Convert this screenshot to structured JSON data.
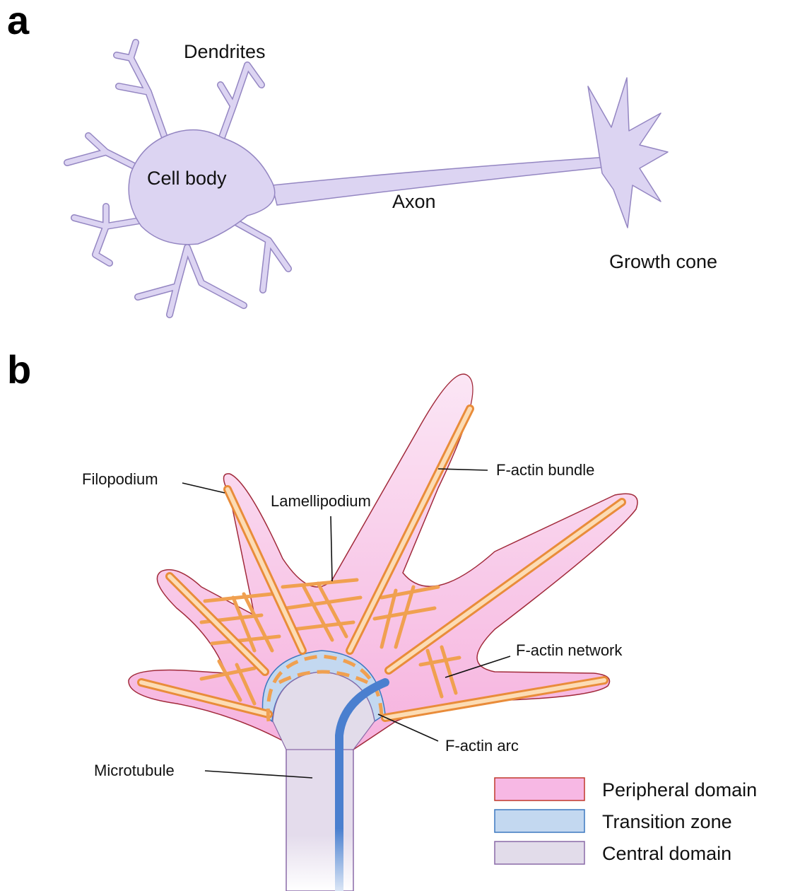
{
  "panel_a": {
    "letter": "a",
    "labels": {
      "dendrites": "Dendrites",
      "cell_body": "Cell body",
      "axon": "Axon",
      "growth_cone": "Growth cone"
    }
  },
  "panel_b": {
    "letter": "b",
    "labels": {
      "filopodium": "Filopodium",
      "lamellipodium": "Lamellipodium",
      "f_actin_bundle": "F-actin bundle",
      "f_actin_network": "F-actin network",
      "f_actin_arc": "F-actin arc",
      "microtubule": "Microtubule"
    },
    "legend": [
      {
        "label": "Peripheral domain",
        "color": "#f7b8e4",
        "border": "#c0392b"
      },
      {
        "label": "Transition zone",
        "color": "#c3d8f0",
        "border": "#3d78c0"
      },
      {
        "label": "Central domain",
        "color": "#e2dcea",
        "border": "#8a6aa8"
      }
    ]
  },
  "colors": {
    "neuron_fill": "#dcd4f2",
    "neuron_stroke": "#9486c2",
    "actin": "#f0a050",
    "microtubule": "#4a7fcf"
  }
}
